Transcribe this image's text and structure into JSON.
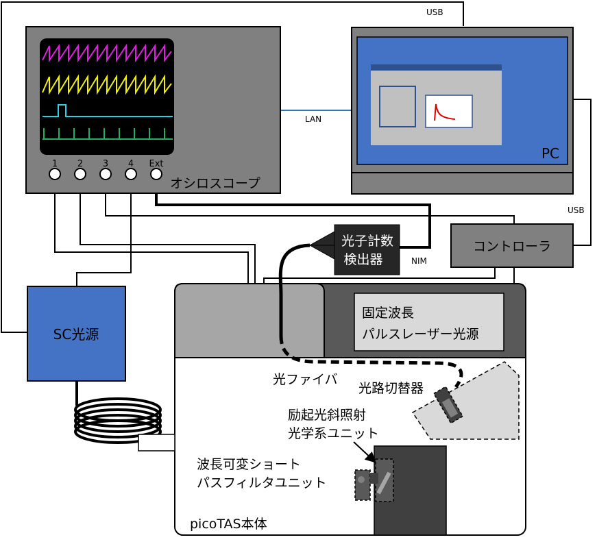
{
  "labels": {
    "usb_top": "USB",
    "usb_right": "USB",
    "lan": "LAN",
    "nim": "NIM",
    "pc": "PC",
    "oscilloscope": "オシロスコープ",
    "ch1": "1",
    "ch2": "2",
    "ch3": "3",
    "ch4": "4",
    "ext": "Ext",
    "controller": "コントローラ",
    "detector_line1": "光子計数",
    "detector_line2": "検出器",
    "sc_source": "SC光源",
    "fixed_laser_line1": "固定波長",
    "fixed_laser_line2": "パルスレーザー光源",
    "fiber": "光ファイバ",
    "path_switch": "光路切替器",
    "excitation_line1": "励起光斜照射",
    "excitation_line2": "光学系ユニット",
    "filter_line1": "波長可変ショート",
    "filter_line2": "パスフィルタユニット",
    "main_body": "picoTAS本体"
  },
  "colors": {
    "ch1_trace": "#e020e0",
    "ch2_trace": "#f0f000",
    "ch3_trace": "#30d0e0",
    "ch4_trace": "#20b060",
    "pc_screen": "#4472c4",
    "sc_box": "#4472c4",
    "lan_line": "#2e75b6",
    "gray_box": "#808080",
    "dark_box": "#262626",
    "curve": "#e00000"
  }
}
